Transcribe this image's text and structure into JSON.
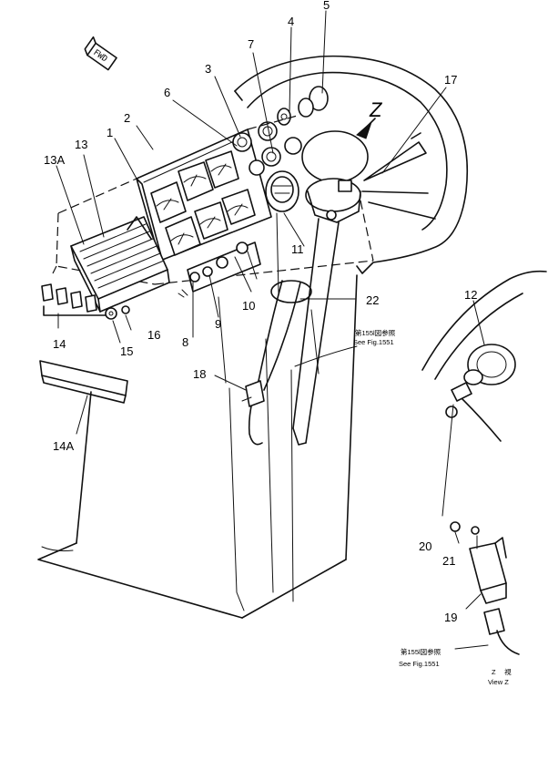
{
  "direction_tag": "FWD",
  "view_marker": "Z",
  "view_caption": {
    "letters": "Z　 視",
    "text": "View Z"
  },
  "references": {
    "main": {
      "jp": "第155l図参照",
      "en": "See Fig.1551"
    },
    "switch": {
      "jp": "第155l図参照",
      "en": "See Fig.1551"
    }
  },
  "callouts": {
    "c1": "1",
    "c2": "2",
    "c3": "3",
    "c4": "4",
    "c5": "5",
    "c6": "6",
    "c7": "7",
    "c8": "8",
    "c9": "9",
    "c10": "10",
    "c11": "11",
    "c12": "12",
    "c13": "13",
    "c13a": "13A",
    "c14": "14",
    "c14a": "14A",
    "c15": "15",
    "c16": "16",
    "c17": "17",
    "c18": "18",
    "c19": "19",
    "c20": "20",
    "c21": "21",
    "c22": "22"
  }
}
